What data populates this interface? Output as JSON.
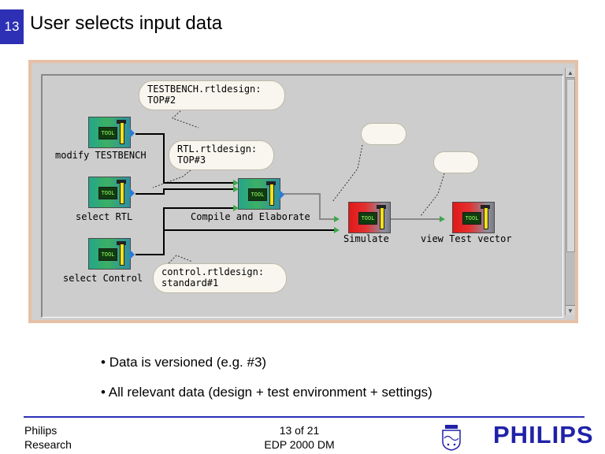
{
  "slide": {
    "number": "13",
    "title": "User selects input data"
  },
  "diagram": {
    "tools": [
      {
        "id": "modify",
        "label": "modify TESTBENCH",
        "icon_text": "TOOL",
        "color": "green"
      },
      {
        "id": "rtl",
        "label": "select RTL",
        "icon_text": "TOOL",
        "color": "green"
      },
      {
        "id": "control",
        "label": "select Control",
        "icon_text": "TOOL",
        "color": "green"
      },
      {
        "id": "compile",
        "label": "Compile and Elaborate",
        "icon_text": "TOOL",
        "color": "green"
      },
      {
        "id": "simulate",
        "label": "Simulate",
        "icon_text": "TOOL",
        "color": "red"
      },
      {
        "id": "view",
        "label": "view Test vector",
        "icon_text": "TOOL",
        "color": "red"
      }
    ],
    "bubbles": {
      "testbench": "TESTBENCH.rtldesign:\nTOP#2",
      "rtl": "RTL.rtldesign:\nTOP#3",
      "control": "control.rtldesign:\nstandard#1",
      "sim_empty": "",
      "view_empty": ""
    }
  },
  "bullets": [
    "Data is versioned (e.g. #3)",
    "All relevant data (design + test environment + settings)"
  ],
  "footer": {
    "org_line1": "Philips",
    "org_line2": "Research",
    "page": "13 of 21",
    "doc": "EDP 2000 DM",
    "brand": "PHILIPS"
  },
  "colors": {
    "accent": "#2d2fb5",
    "brand": "#1f22a8",
    "frame": "#e6c0a6",
    "canvas": "#cdcdcd"
  },
  "scrollbar": {
    "up_glyph": "▲",
    "down_glyph": "▼"
  }
}
